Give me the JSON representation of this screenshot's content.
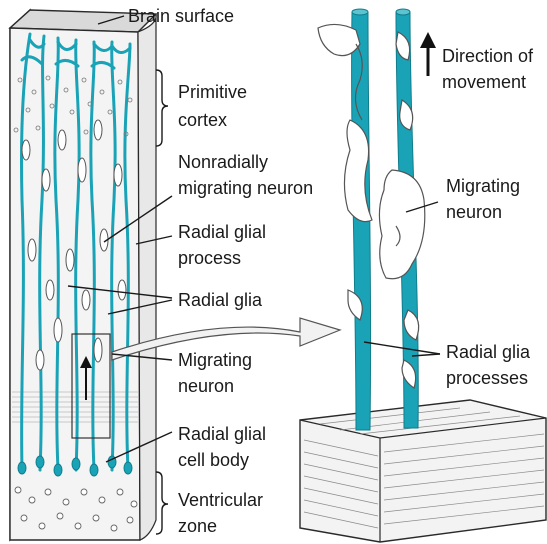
{
  "colors": {
    "glia": "#1aa3b7",
    "glia_dark": "#0f7d8c",
    "tissue": "#f3f3f3",
    "outline": "#2a2a2a",
    "text": "#1a1a1a"
  },
  "labels": {
    "brain_surface": "Brain surface",
    "primitive_cortex": [
      "Primitive",
      "cortex"
    ],
    "nonradially_migrating_neuron": [
      "Nonradially",
      "migrating neuron"
    ],
    "radial_glial_process": [
      "Radial glial",
      "process"
    ],
    "radial_glia": "Radial glia",
    "migrating_neuron_left": [
      "Migrating",
      "neuron"
    ],
    "radial_glial_cell_body": [
      "Radial glial",
      "cell body"
    ],
    "ventricular_zone": [
      "Ventricular",
      "zone"
    ],
    "direction_of_movement": [
      "Direction of",
      "movement"
    ],
    "migrating_neuron_right": [
      "Migrating",
      "neuron"
    ],
    "radial_glia_processes": [
      "Radial glia",
      "processes"
    ]
  },
  "icons": [
    "up-arrow-icon",
    "zoom-arrow-icon"
  ]
}
